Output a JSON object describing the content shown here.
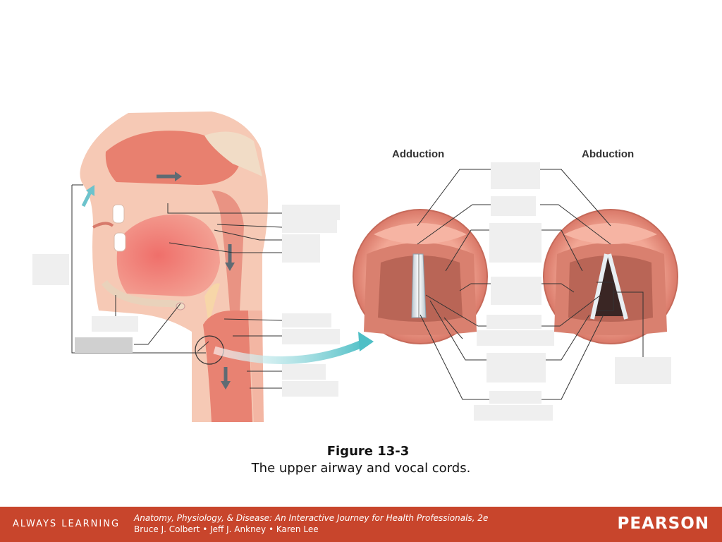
{
  "adduction_title": "Adduction",
  "abduction_title": "Abduction",
  "caption": {
    "figure_number": "Figure 13-3",
    "title": "The upper airway and vocal cords."
  },
  "footer": {
    "tagline": "ALWAYS LEARNING",
    "book_title": "Anatomy, Physiology, & Disease: An Interactive Journey for Health Professionals, 2e",
    "authors": "Bruce J. Colbert • Jeff J. Ankney • Karen Lee",
    "publisher": "PEARSON"
  },
  "colors": {
    "footer_bg": "#c8452c",
    "tissue": "#f0a58f",
    "tissue_dark": "#d9705c",
    "arrow_teal": "#5cc3c9"
  }
}
